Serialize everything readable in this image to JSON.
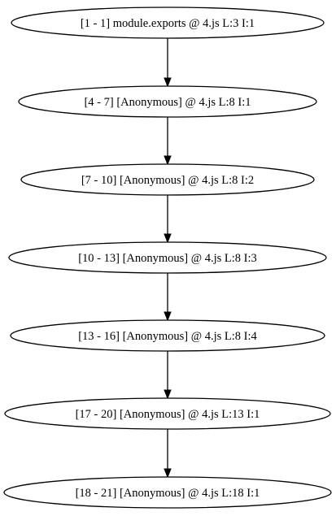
{
  "graph": {
    "nodes": [
      {
        "id": "n1",
        "label": "[1 - 1] module.exports @ 4.js L:3 I:1"
      },
      {
        "id": "n2",
        "label": "[4 - 7] [Anonymous] @ 4.js L:8 I:1"
      },
      {
        "id": "n3",
        "label": "[7 - 10] [Anonymous] @ 4.js L:8 I:2"
      },
      {
        "id": "n4",
        "label": "[10 - 13] [Anonymous] @ 4.js L:8 I:3"
      },
      {
        "id": "n5",
        "label": "[13 - 16] [Anonymous] @ 4.js L:8 I:4"
      },
      {
        "id": "n6",
        "label": "[17 - 20] [Anonymous] @ 4.js L:13 I:1"
      },
      {
        "id": "n7",
        "label": "[18 - 21] [Anonymous] @ 4.js L:18 I:1"
      }
    ],
    "edges": [
      {
        "from": "n1",
        "to": "n2"
      },
      {
        "from": "n2",
        "to": "n3"
      },
      {
        "from": "n3",
        "to": "n4"
      },
      {
        "from": "n4",
        "to": "n5"
      },
      {
        "from": "n5",
        "to": "n6"
      },
      {
        "from": "n6",
        "to": "n7"
      }
    ]
  }
}
